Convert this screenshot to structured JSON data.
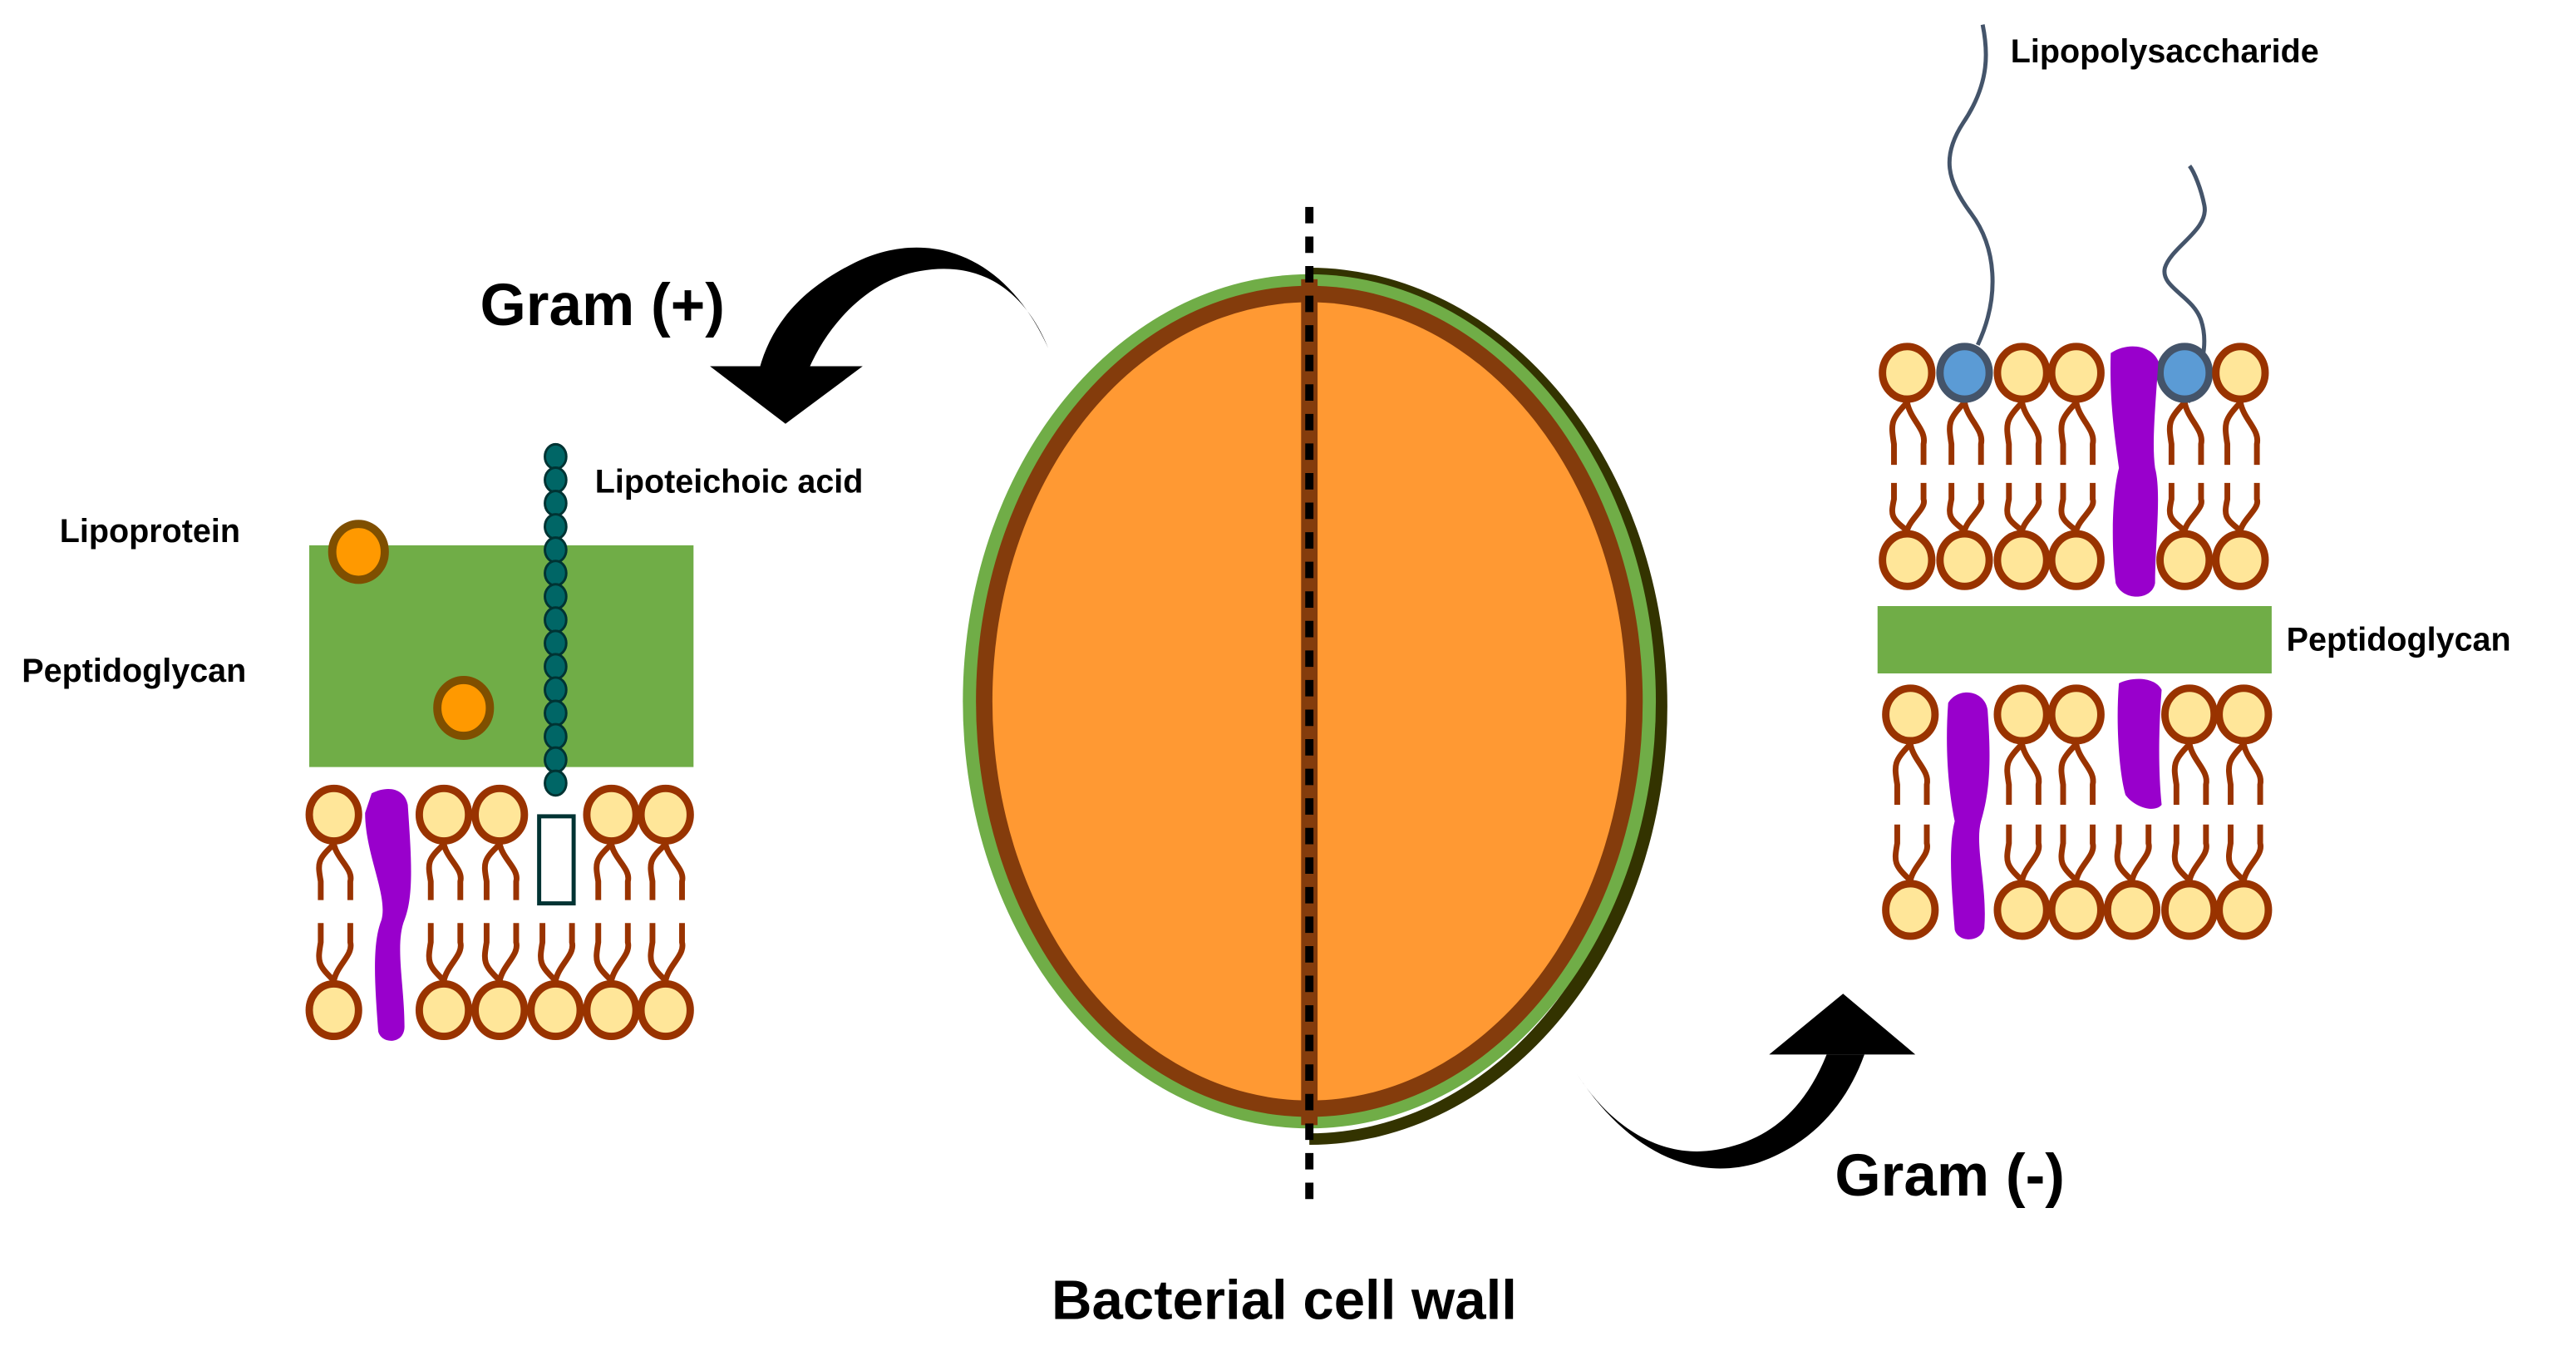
{
  "diagram": {
    "title": "Bacterial cell wall",
    "gram_positive": {
      "label": "Gram (+)",
      "labels": {
        "lipoteichoic_acid": "Lipoteichoic acid",
        "lipoprotein": "Lipoprotein",
        "peptidoglycan": "Peptidoglycan"
      }
    },
    "gram_negative": {
      "label": "Gram (-)",
      "labels": {
        "lipopolysaccharide": "Lipopolysaccharide",
        "peptidoglycan": "Peptidoglycan"
      }
    },
    "colors": {
      "peptidoglycan": "#70AD47",
      "cytoplasm": "#FF9933",
      "membrane_outline": "#843C0C",
      "outer_membrane_dark": "#333300",
      "lipid_head_fill": "#FFE699",
      "lipid_head_stroke": "#993300",
      "protein": "#9900CC",
      "lipoprotein_fill": "#FF9900",
      "lipoprotein_stroke": "#7F4F00",
      "teichoic_bead": "#006666",
      "teichoic_stroke": "#003333",
      "lps_head": "#5B9BD5",
      "lps_stroke": "#44546A",
      "arrow": "#000000"
    }
  }
}
